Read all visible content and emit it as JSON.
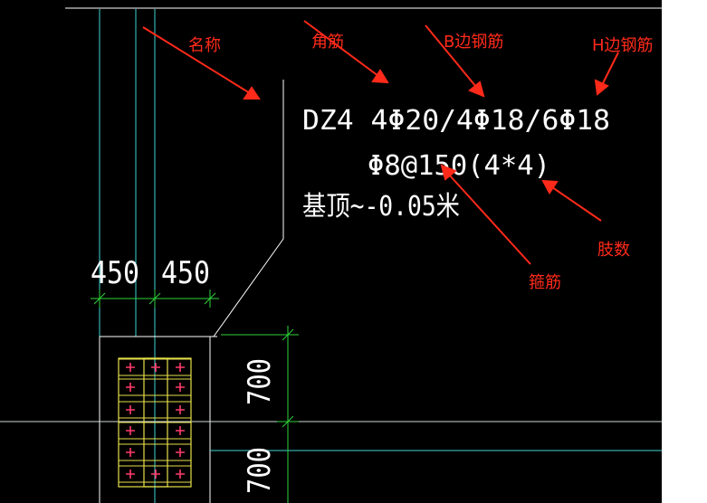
{
  "colors": {
    "background": "#000000",
    "annotation": "#ff2a1a",
    "cad_text": "#ffffff",
    "axis_cyan": "#3fd5d5",
    "dimension_green": "#2ed33a",
    "rebar_yellow": "#e6e04a",
    "rebar_dot": "#ff3b6b"
  },
  "column_label": {
    "line1": "DZ4   4Φ20/4Φ18/6Φ18",
    "line2": "Φ8@150(4*4)",
    "line3": "基顶~-0.05米"
  },
  "annotations": {
    "name": "名称",
    "corner_bar": "角筋",
    "b_side_bar": "B边钢筋",
    "h_side_bar": "H边钢筋",
    "leg_count": "肢数",
    "stirrup": "箍筋"
  },
  "dimensions": {
    "top_left": "450",
    "top_right": "450",
    "side_upper": "700",
    "side_lower": "700"
  }
}
